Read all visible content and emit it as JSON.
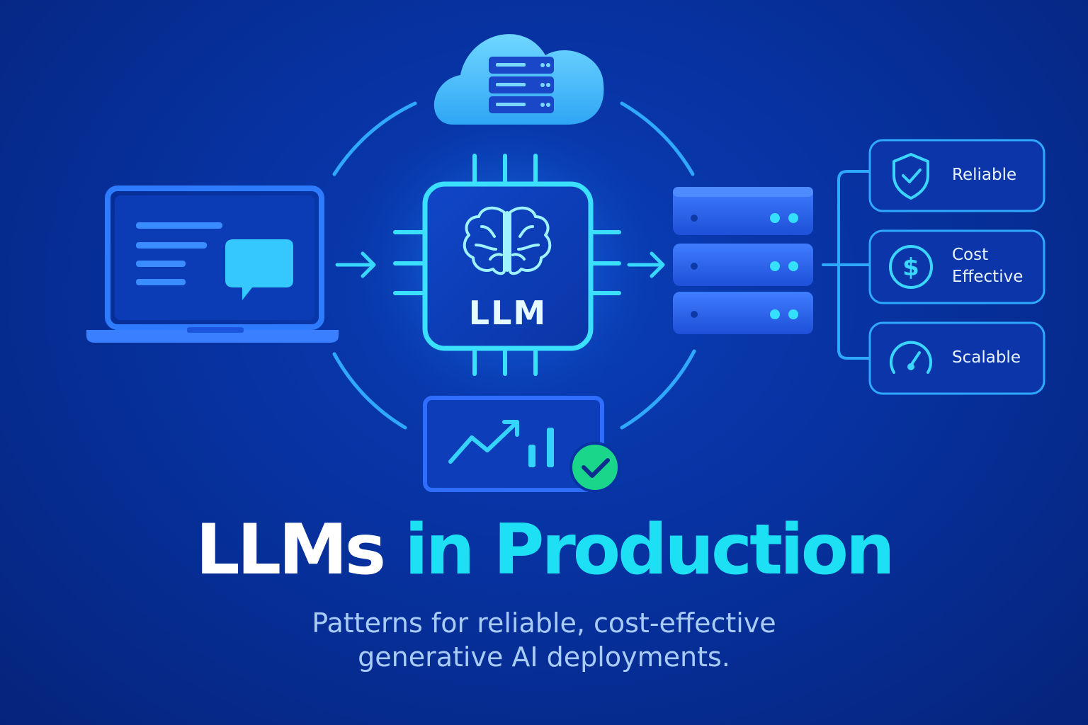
{
  "diagram": {
    "center_label": "LLM",
    "features": [
      {
        "id": "reliable",
        "lines": [
          "Reliable"
        ],
        "icon": "shield-check-icon"
      },
      {
        "id": "cost-effective",
        "lines": [
          "Cost",
          "Effective"
        ],
        "icon": "dollar-coin-icon"
      },
      {
        "id": "scalable",
        "lines": [
          "Scalable"
        ],
        "icon": "speedometer-icon"
      }
    ],
    "icons": [
      "cloud-server-icon",
      "laptop-chat-icon",
      "chip-brain-icon",
      "server-stack-icon",
      "analytics-chart-icon",
      "check-badge-icon"
    ]
  },
  "heading": {
    "part1": "LLMs",
    "part2": "in Production"
  },
  "subtitle": {
    "line1": "Patterns for reliable, cost-effective",
    "line2": "generative AI deployments."
  },
  "colors": {
    "background": "#0733a3",
    "accent_cyan": "#1ee0f5",
    "line_blue": "#2fa8ff",
    "check_green": "#19d68a"
  }
}
